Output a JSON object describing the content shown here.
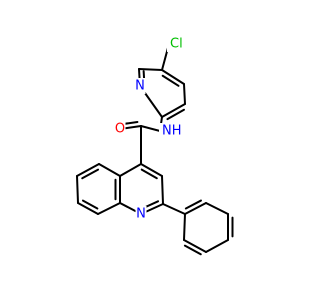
{
  "molecule": {
    "atom_labels": [
      {
        "id": "cl",
        "text": "Cl",
        "color": "#00bf00",
        "anchor": "start"
      },
      {
        "id": "n-pyridine",
        "text": "N",
        "color": "#0000ff",
        "anchor": "middle"
      },
      {
        "id": "nh-amide",
        "text": "NH",
        "color": "#0000ff",
        "anchor": "start"
      },
      {
        "id": "o-carbonyl",
        "text": "O",
        "color": "#ff0000",
        "anchor": "middle"
      },
      {
        "id": "n-quinoline",
        "text": "N",
        "color": "#0000ff",
        "anchor": "middle"
      }
    ]
  }
}
